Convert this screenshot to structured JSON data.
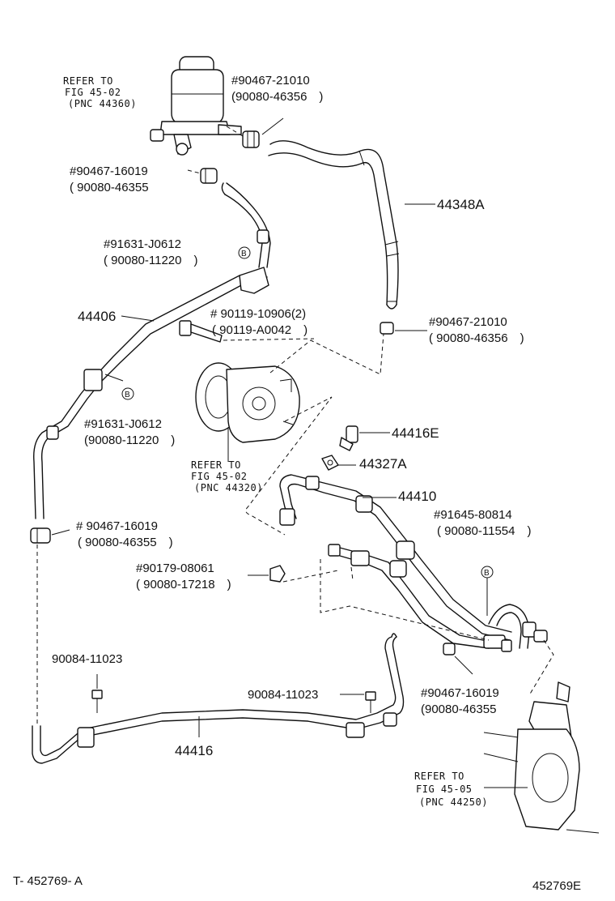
{
  "refs": {
    "reservoir": {
      "line1": "REFER TO",
      "line2": "FIG 45-02",
      "line3": "(PNC 44360)"
    },
    "pump": {
      "line1": "REFER TO",
      "line2": "FIG 45-02",
      "line3": "(PNC 44320)"
    },
    "gear": {
      "line1": "REFER TO",
      "line2": "FIG 45-05",
      "line3": "(PNC 44250)"
    }
  },
  "parts": {
    "clamp_top_right": {
      "line1": "#90467-21010",
      "line2": "(90080-46356　)"
    },
    "clamp_top_left": {
      "line1": "#90467-16019",
      "line2": "( 90080-46355"
    },
    "hose_44348A": "44348A",
    "clamp_b_upper": {
      "line1": "#91631-J0612",
      "line2": "( 90080-11220　)"
    },
    "tube_44406": "44406",
    "bolt": {
      "line1": "# 90119-10906(2)",
      "line2": "( 90119-A0042　)"
    },
    "clamp_mid_right": {
      "line1": "#90467-21010",
      "line2": "( 90080-46356　)"
    },
    "clamp_b_lower": {
      "line1": "#91631-J0612",
      "line2": "(90080-11220　)"
    },
    "bolt_44416E": "44416E",
    "gasket_44327A": "44327A",
    "tube_44410": "44410",
    "clamp_b_right": {
      "line1": "#91645-80814",
      "line2": "( 90080-11554　)"
    },
    "clamp_left_lower": {
      "line1": "# 90467-16019",
      "line2": "( 90080-46355　)"
    },
    "nut": {
      "line1": "#90179-08061",
      "line2": "( 90080-17218　)"
    },
    "bolt_left": "90084-11023",
    "bolt_right": "90084-11023",
    "clamp_bottom_right": {
      "line1": "#90467-16019",
      "line2": "(90080-46355"
    },
    "tube_44416": "44416"
  },
  "callout_badge": "B",
  "footer": {
    "left": "T- 452769- A",
    "right": "452769E"
  }
}
